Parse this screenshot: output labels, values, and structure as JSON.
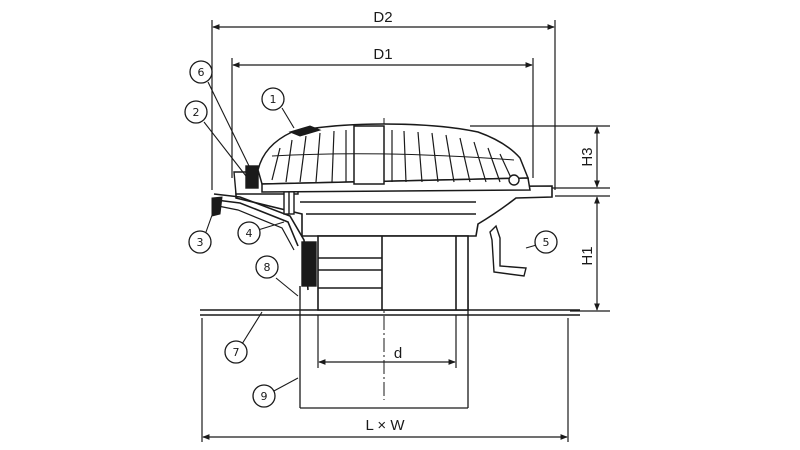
{
  "dimensions": {
    "d2": "D2",
    "d1": "D1",
    "h3": "H3",
    "h1": "H1",
    "d": "d",
    "lxw": "L × W"
  },
  "callouts": [
    "1",
    "2",
    "3",
    "4",
    "5",
    "6",
    "7",
    "8",
    "9"
  ],
  "colors": {
    "line": "#1a1a1a",
    "background": "#ffffff"
  }
}
